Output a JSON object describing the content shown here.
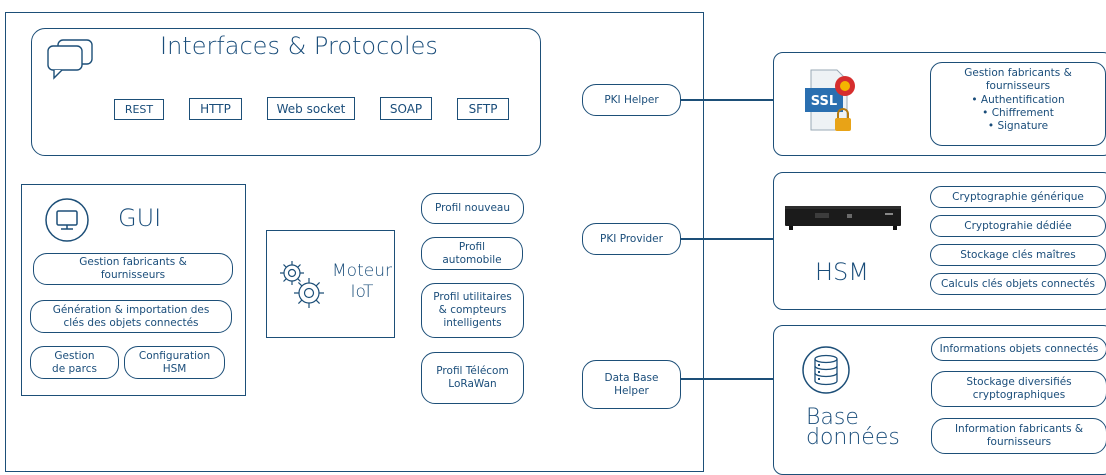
{
  "interfaces": {
    "title": "Interfaces & Protocoles",
    "protocols": [
      "REST",
      "HTTP",
      "Web socket",
      "SOAP",
      "SFTP"
    ]
  },
  "gui": {
    "title": "GUI",
    "items": [
      "Gestion fabricants & fournisseurs",
      "Génération & importation des clés des objets connectés",
      "Gestion de parcs",
      "Configuration HSM"
    ]
  },
  "moteur": {
    "title": "Moteur IoT"
  },
  "profiles": [
    "Profil nouveau",
    "Profil automobile",
    "Profil utilitaires & compteurs intelligents",
    "Profil Télécom LoRaWan"
  ],
  "helpers": {
    "pki_helper": "PKI Helper",
    "pki_provider": "PKI Provider",
    "db_helper": "Data Base Helper"
  },
  "ssl": {
    "badge": "SSL",
    "heading": "Gestion fabricants & fournisseurs",
    "bullets": [
      "Authentification",
      "Chiffrement",
      "Signature"
    ]
  },
  "hsm": {
    "title": "HSM",
    "items": [
      "Cryptographie générique",
      "Cryptograhie dédiée",
      "Stockage clés maîtres",
      "Calculs clés objets connectés"
    ]
  },
  "db": {
    "title": "Base données",
    "items": [
      "Informations objets connectés",
      "Stockage diversifiés cryptographiques",
      "Information fabricants & fournisseurs"
    ]
  },
  "colors": {
    "stroke": "#1d4f78",
    "text": "#1a4d7a"
  }
}
